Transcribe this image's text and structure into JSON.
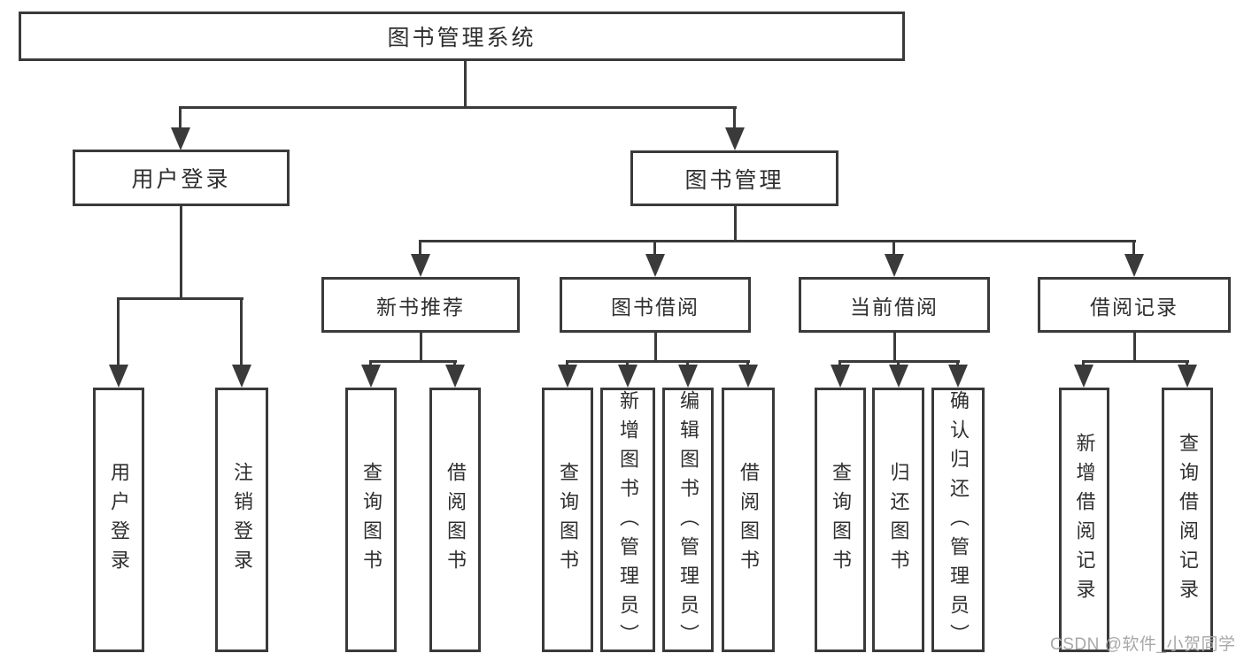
{
  "tree": {
    "root": "图书管理系统",
    "branches": [
      {
        "label": "用户登录",
        "children": [
          {
            "label": "用户登录"
          },
          {
            "label": "注销登录"
          }
        ]
      },
      {
        "label": "图书管理",
        "children": [
          {
            "label": "新书推荐",
            "children": [
              {
                "label": "查询图书"
              },
              {
                "label": "借阅图书"
              }
            ]
          },
          {
            "label": "图书借阅",
            "children": [
              {
                "label": "查询图书"
              },
              {
                "label": "新增图书（管理员）"
              },
              {
                "label": "编辑图书（管理员）"
              },
              {
                "label": "借阅图书"
              }
            ]
          },
          {
            "label": "当前借阅",
            "children": [
              {
                "label": "查询图书"
              },
              {
                "label": "归还图书"
              },
              {
                "label": "确认归还（管理员）"
              }
            ]
          },
          {
            "label": "借阅记录",
            "children": [
              {
                "label": "新增借阅记录"
              },
              {
                "label": "查询借阅记录"
              }
            ]
          }
        ]
      }
    ]
  },
  "watermark": {
    "text": "CSDN @软件_小贺同学"
  },
  "colors": {
    "line": "#3a3a3a",
    "text": "#2f2f2f",
    "watermark": "#a8a8a8",
    "background": "#ffffff"
  }
}
